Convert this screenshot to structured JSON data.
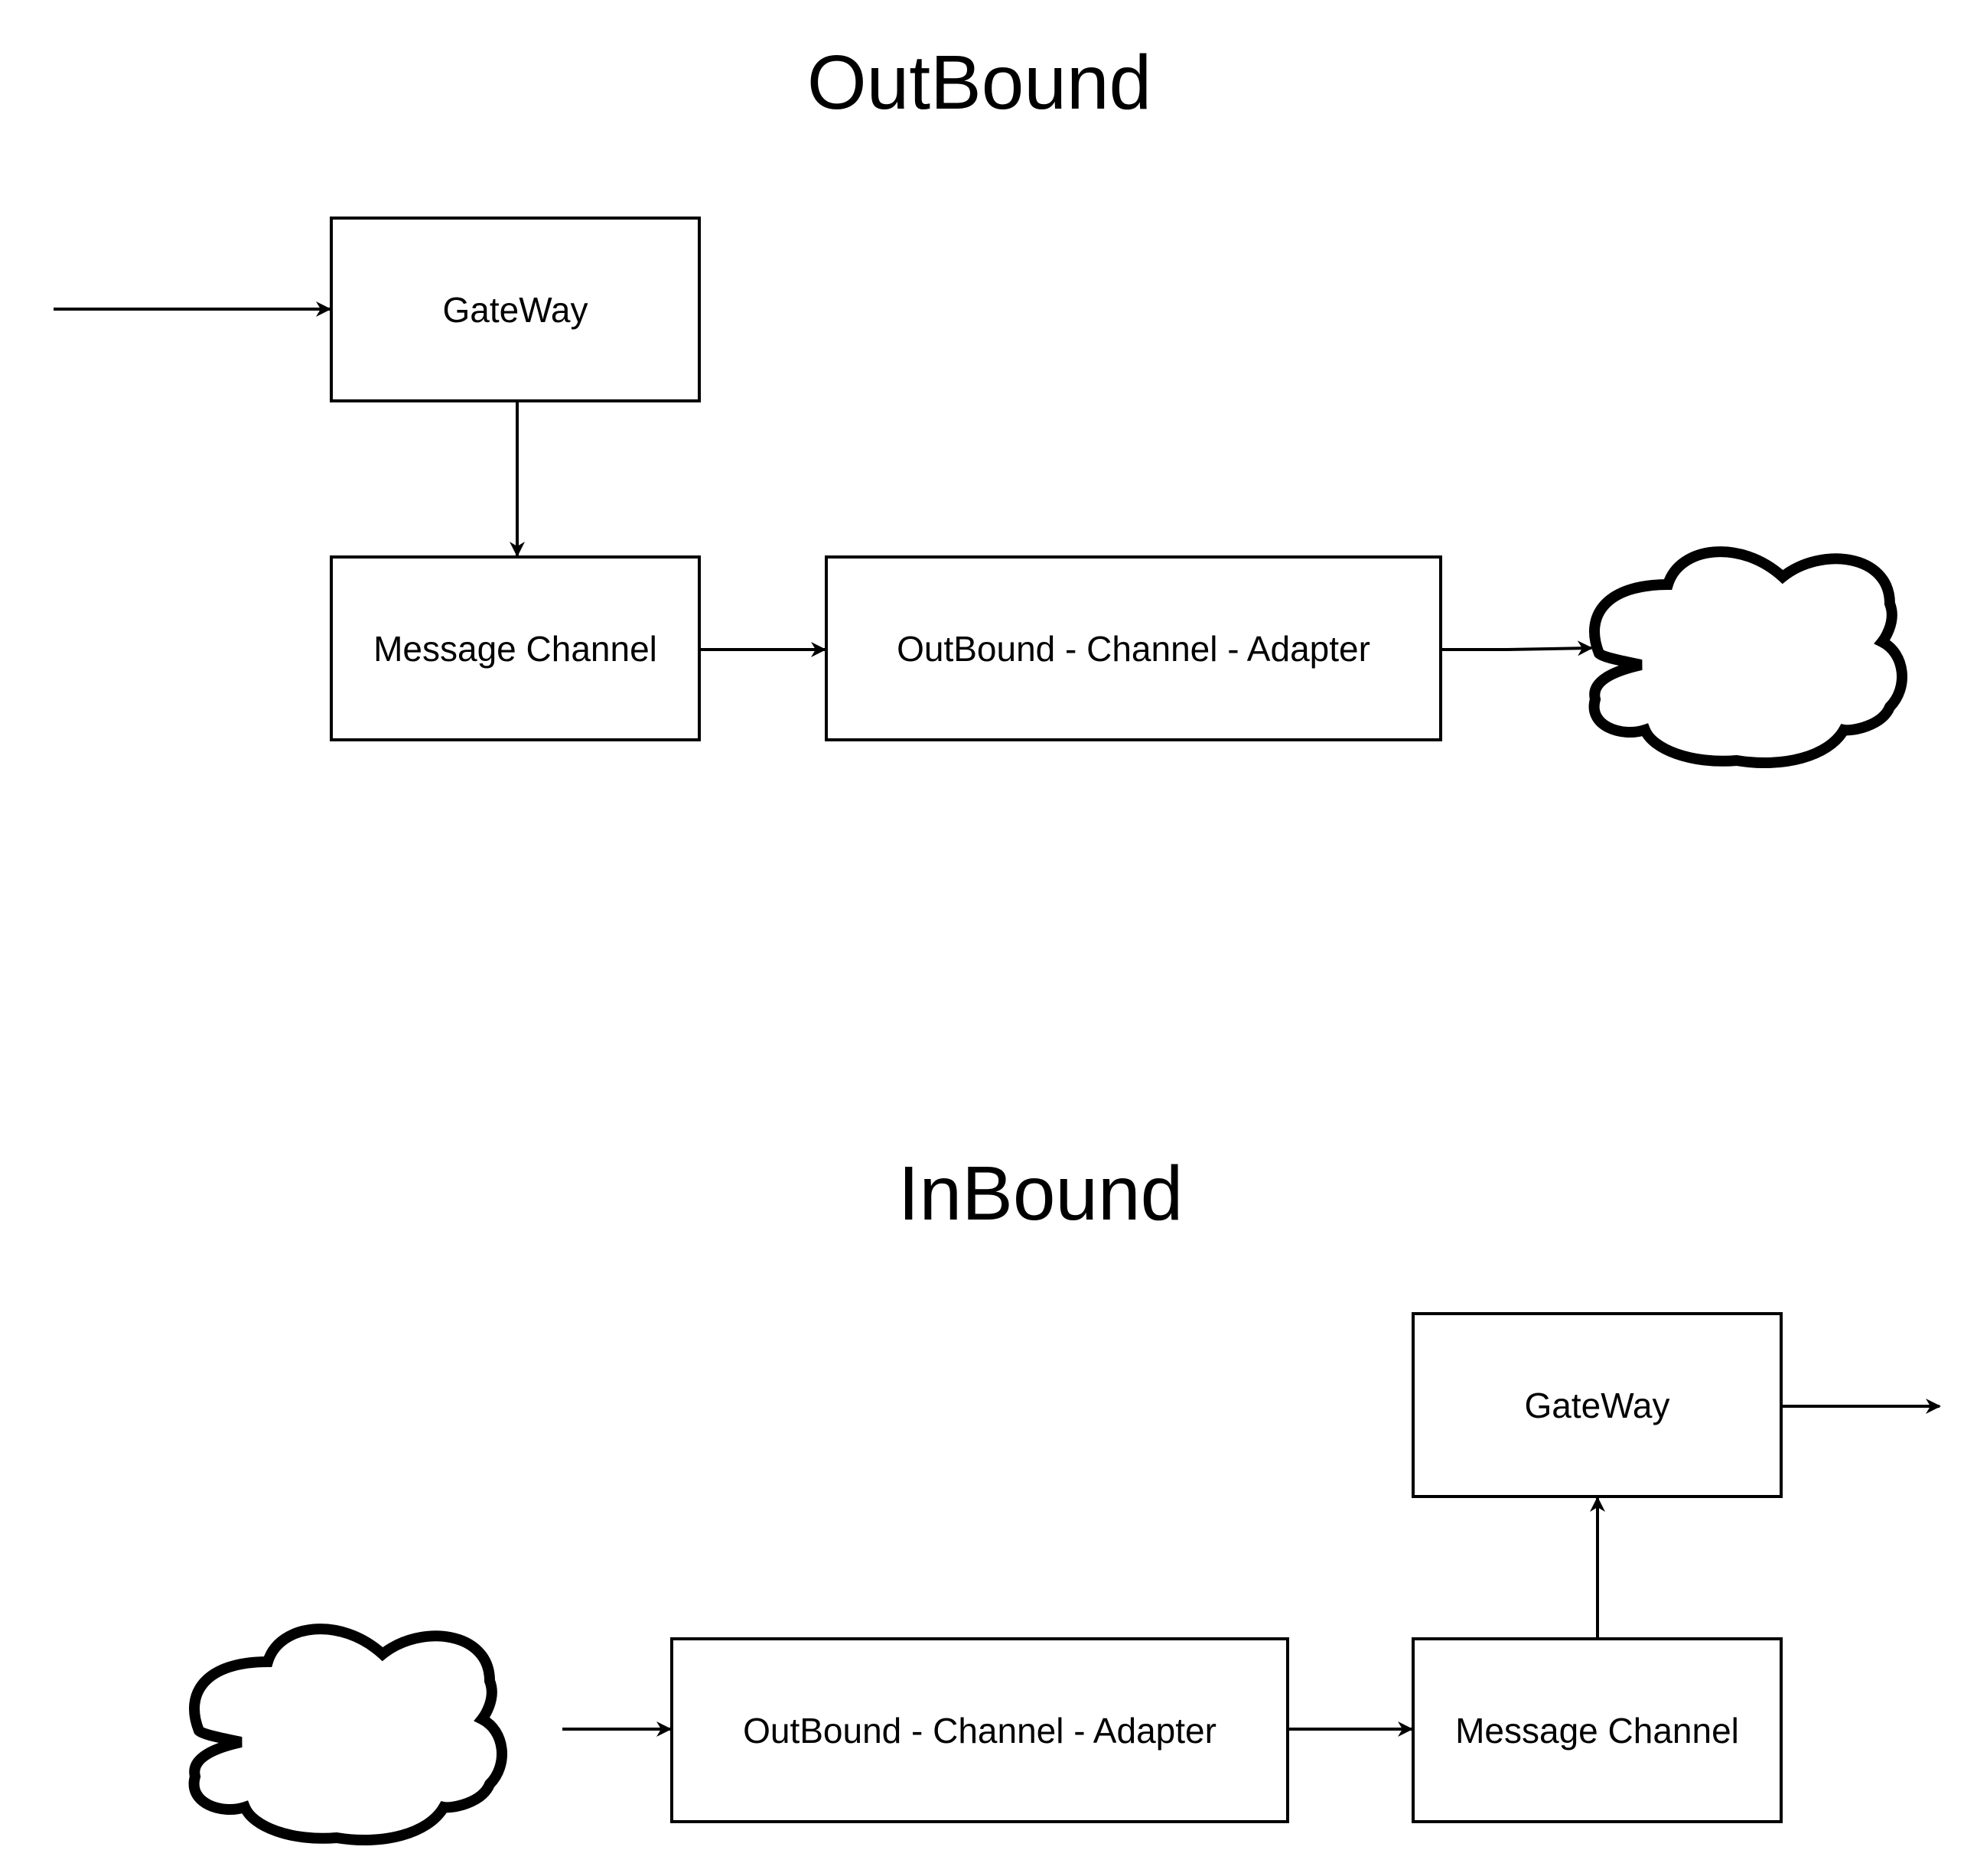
{
  "outbound": {
    "title": "OutBound",
    "gateway_label": "GateWay",
    "message_channel_label": "Message Channel",
    "adapter_label": "OutBound - Channel - Adapter"
  },
  "inbound": {
    "title": "InBound",
    "gateway_label": "GateWay",
    "message_channel_label": "Message Channel",
    "adapter_label": "OutBound - Channel - Adapter"
  },
  "colors": {
    "stroke": "#000000",
    "background": "#ffffff"
  }
}
